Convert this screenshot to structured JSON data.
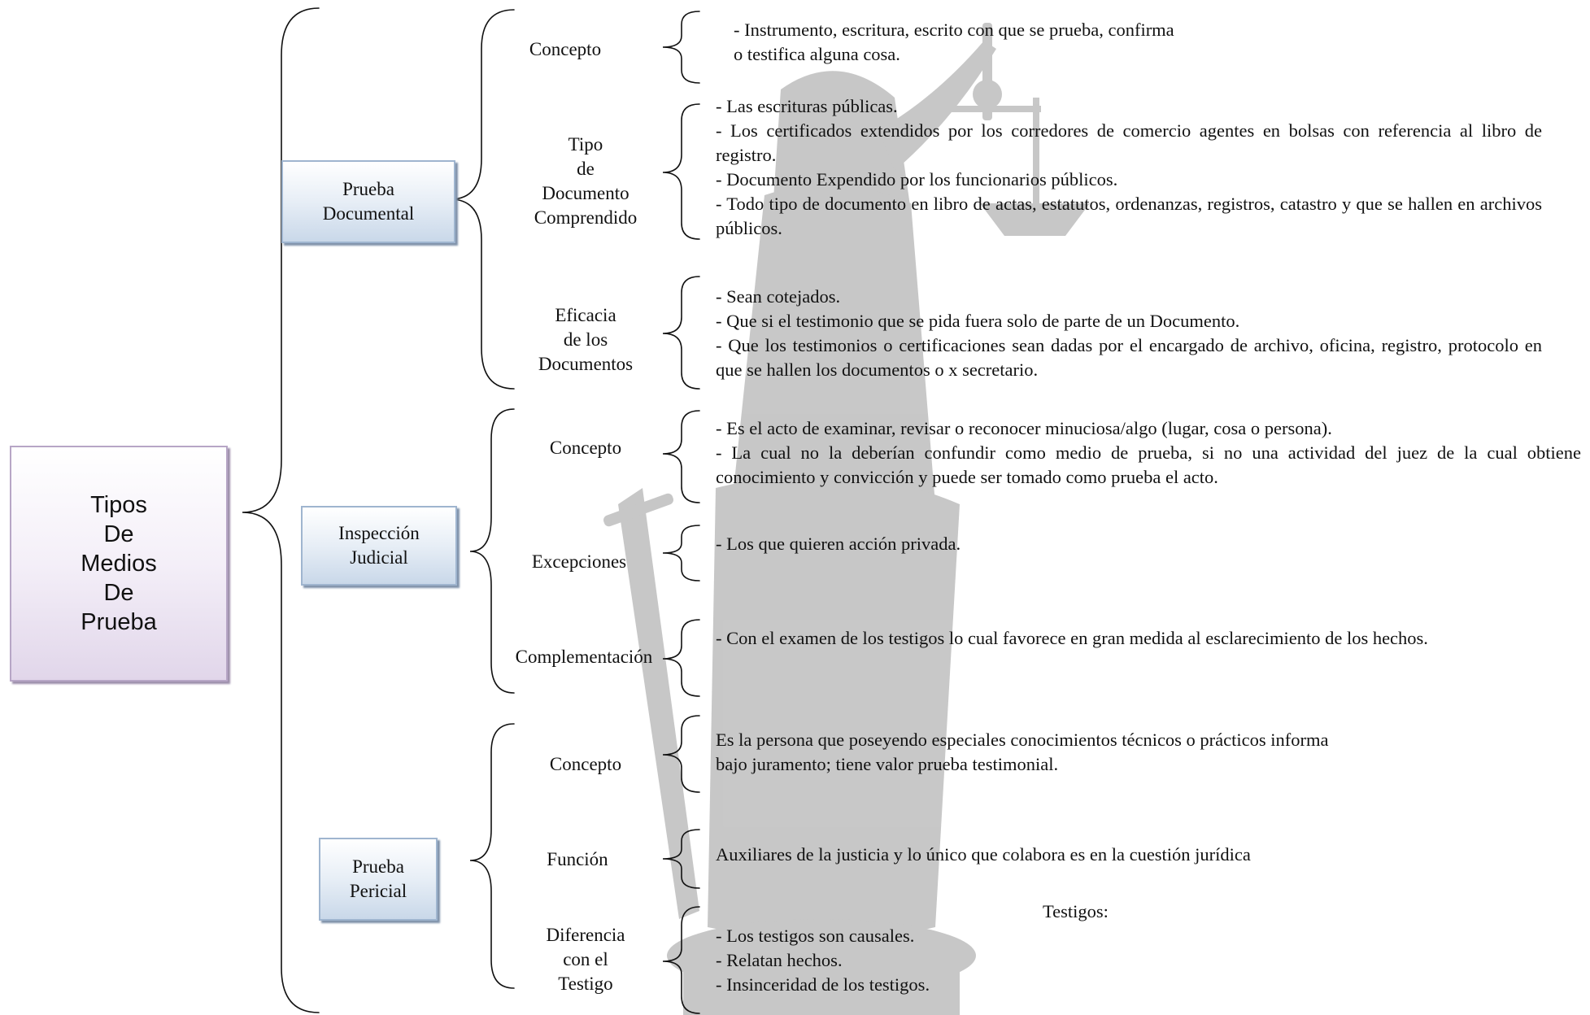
{
  "root": {
    "label": "Tipos\nDe\nMedios\nDe\nPrueba"
  },
  "categories": [
    {
      "label": "Prueba\nDocumental",
      "subs": [
        {
          "label": "Concepto",
          "lines": [
            "- Instrumento, escritura, escrito con que se prueba, confirma",
            "o testifica alguna cosa."
          ]
        },
        {
          "label": "Tipo\nde\nDocumento\nComprendido",
          "lines": [
            "- Las escrituras públicas.",
            "- Los certificados extendidos por los corredores de comercio agentes en bolsas con referencia al libro de registro.",
            "- Documento Expendido por los funcionarios públicos.",
            "- Todo tipo de documento en libro de actas, estatutos, ordenanzas, registros, catastro y que se hallen en archivos públicos."
          ]
        },
        {
          "label": "Eficacia\nde los\nDocumentos",
          "lines": [
            "- Sean cotejados.",
            "- Que si el testimonio que se pida fuera solo de parte de un Documento.",
            "- Que los testimonios o certificaciones sean dadas por el encargado de archivo, oficina, registro, protocolo en que se hallen los documentos o x secretario."
          ]
        }
      ]
    },
    {
      "label": "Inspección\nJudicial",
      "subs": [
        {
          "label": "Concepto",
          "lines": [
            "- Es el acto de examinar, revisar o reconocer minuciosa/algo (lugar, cosa o persona).",
            "- La cual no la deberían confundir como medio de prueba, si no una actividad del juez de la cual obtiene conocimiento y convicción y puede ser tomado como prueba el acto."
          ]
        },
        {
          "label": "Excepciones",
          "lines": [
            "- Los que quieren acción privada."
          ]
        },
        {
          "label": "Complementación",
          "lines": [
            "- Con el examen de los testigos lo cual favorece en gran medida al esclarecimiento de los hechos."
          ]
        }
      ]
    },
    {
      "label": "Prueba\nPericial",
      "subs": [
        {
          "label": "Concepto",
          "lines": [
            "Es la persona que poseyendo especiales conocimientos técnicos o prácticos informa",
            "bajo juramento; tiene valor prueba testimonial."
          ]
        },
        {
          "label": "Función",
          "lines": [
            "Auxiliares de la justicia y lo único que colabora es en la cuestión jurídica"
          ]
        },
        {
          "label": "Diferencia\ncon el\nTestigo",
          "heading": "Testigos:",
          "lines": [
            "- Los testigos son causales.",
            "- Relatan hechos.",
            "- Insinceridad de los testigos."
          ]
        }
      ]
    }
  ]
}
